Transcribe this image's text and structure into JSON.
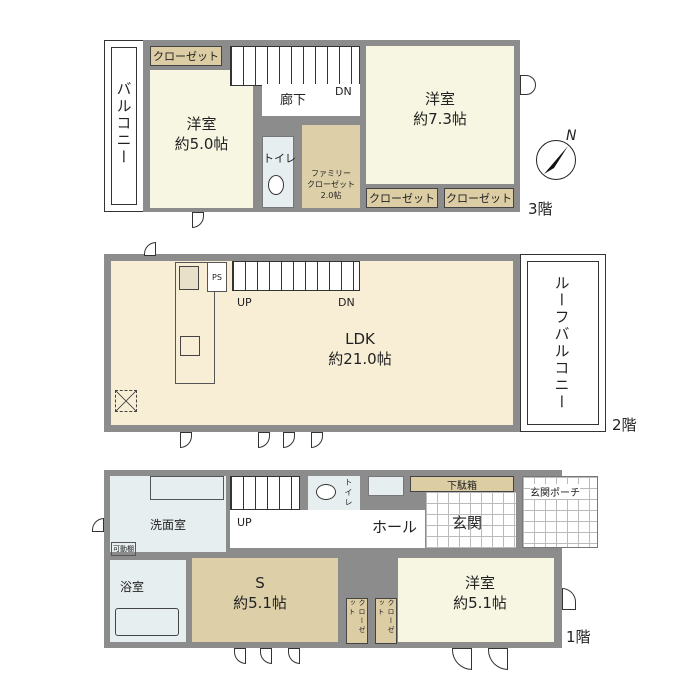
{
  "floors": [
    {
      "id": "3F",
      "floor_label": "3階",
      "rooms": [
        {
          "name": "balcony",
          "label": "バルコニー"
        },
        {
          "name": "closet-west",
          "label": "クローゼット"
        },
        {
          "name": "western-room-west",
          "label": "洋室",
          "size": "約5.0帖"
        },
        {
          "name": "corridor",
          "label": "廊下"
        },
        {
          "name": "stairs-dn",
          "label": "DN"
        },
        {
          "name": "toilet",
          "label": "トイレ"
        },
        {
          "name": "family-closet",
          "label": "ファミリー\nクローゼット\n2.0帖"
        },
        {
          "name": "western-room-east",
          "label": "洋室",
          "size": "約7.3帖"
        },
        {
          "name": "closet-east-1",
          "label": "クローゼット"
        },
        {
          "name": "closet-east-2",
          "label": "クローゼット"
        }
      ]
    },
    {
      "id": "2F",
      "floor_label": "2階",
      "rooms": [
        {
          "name": "ldk",
          "label": "LDK",
          "size": "約21.0帖"
        },
        {
          "name": "pipe-space",
          "label": "PS"
        },
        {
          "name": "stairs-up",
          "label": "UP"
        },
        {
          "name": "stairs-dn",
          "label": "DN"
        },
        {
          "name": "roof-balcony",
          "label": "ルーフバルコニー"
        }
      ]
    },
    {
      "id": "1F",
      "floor_label": "1階",
      "rooms": [
        {
          "name": "washroom",
          "label": "洗面室"
        },
        {
          "name": "movable-shelf",
          "label": "可動棚"
        },
        {
          "name": "bathroom",
          "label": "浴室"
        },
        {
          "name": "stairs-up",
          "label": "UP"
        },
        {
          "name": "toilet",
          "label": "トイレ"
        },
        {
          "name": "hall",
          "label": "ホール"
        },
        {
          "name": "shoe-cabinet",
          "label": "下駄箱"
        },
        {
          "name": "entrance",
          "label": "玄関"
        },
        {
          "name": "entrance-porch",
          "label": "玄関ポーチ"
        },
        {
          "name": "service-room",
          "label": "S",
          "size": "約5.1帖"
        },
        {
          "name": "closet-1",
          "label": "クローゼット"
        },
        {
          "name": "closet-2",
          "label": "クローゼット"
        },
        {
          "name": "western-room",
          "label": "洋室",
          "size": "約5.1帖"
        }
      ]
    }
  ],
  "compass": {
    "label": "N"
  },
  "colors": {
    "wall": "#8c8c8c",
    "room_yellow": "#f7f6e2",
    "ldk": "#f8edd5",
    "closet": "#dccda4",
    "wet_area": "#e6eeef"
  }
}
